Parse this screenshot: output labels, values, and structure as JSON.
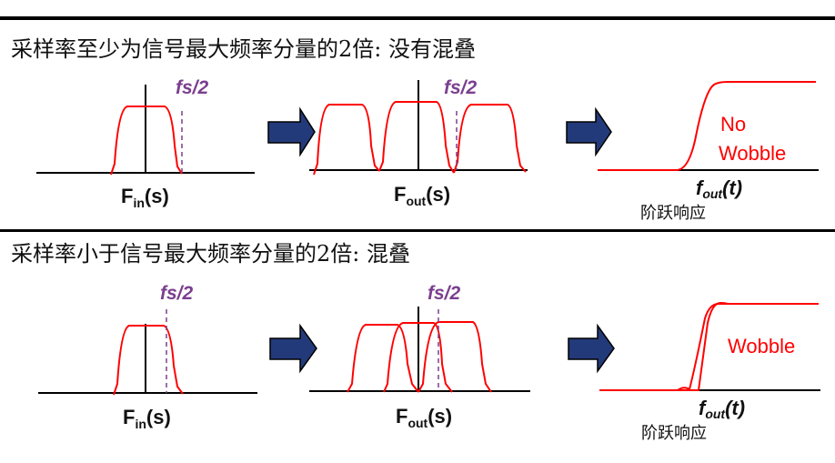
{
  "top_section": {
    "title": "采样率至少为信号最大频率分量的2倍: 没有混叠",
    "fs_label": "fs/2",
    "fin_main": "F",
    "fin_sub": "in",
    "fin_arg": "(s)",
    "fout_main": "F",
    "fout_sub": "out",
    "fout_arg": "(s)",
    "ft_main": "f",
    "ft_sub": "out",
    "ft_arg": "(t)",
    "step_label": "阶跃响应",
    "note_line1": "No",
    "note_line2": "Wobble"
  },
  "bottom_section": {
    "title": "采样率小于信号最大频率分量的2倍: 混叠",
    "fs_label": "fs/2",
    "fin_main": "F",
    "fin_sub": "in",
    "fin_arg": "(s)",
    "fout_main": "F",
    "fout_sub": "out",
    "fout_arg": "(s)",
    "ft_main": "f",
    "ft_sub": "out",
    "ft_arg": "(t)",
    "step_label": "阶跃响应",
    "note": "Wobble"
  },
  "colors": {
    "curve": "#ff0000",
    "fs_marker": "#7b3f8f",
    "arrow": "#233a7a"
  }
}
